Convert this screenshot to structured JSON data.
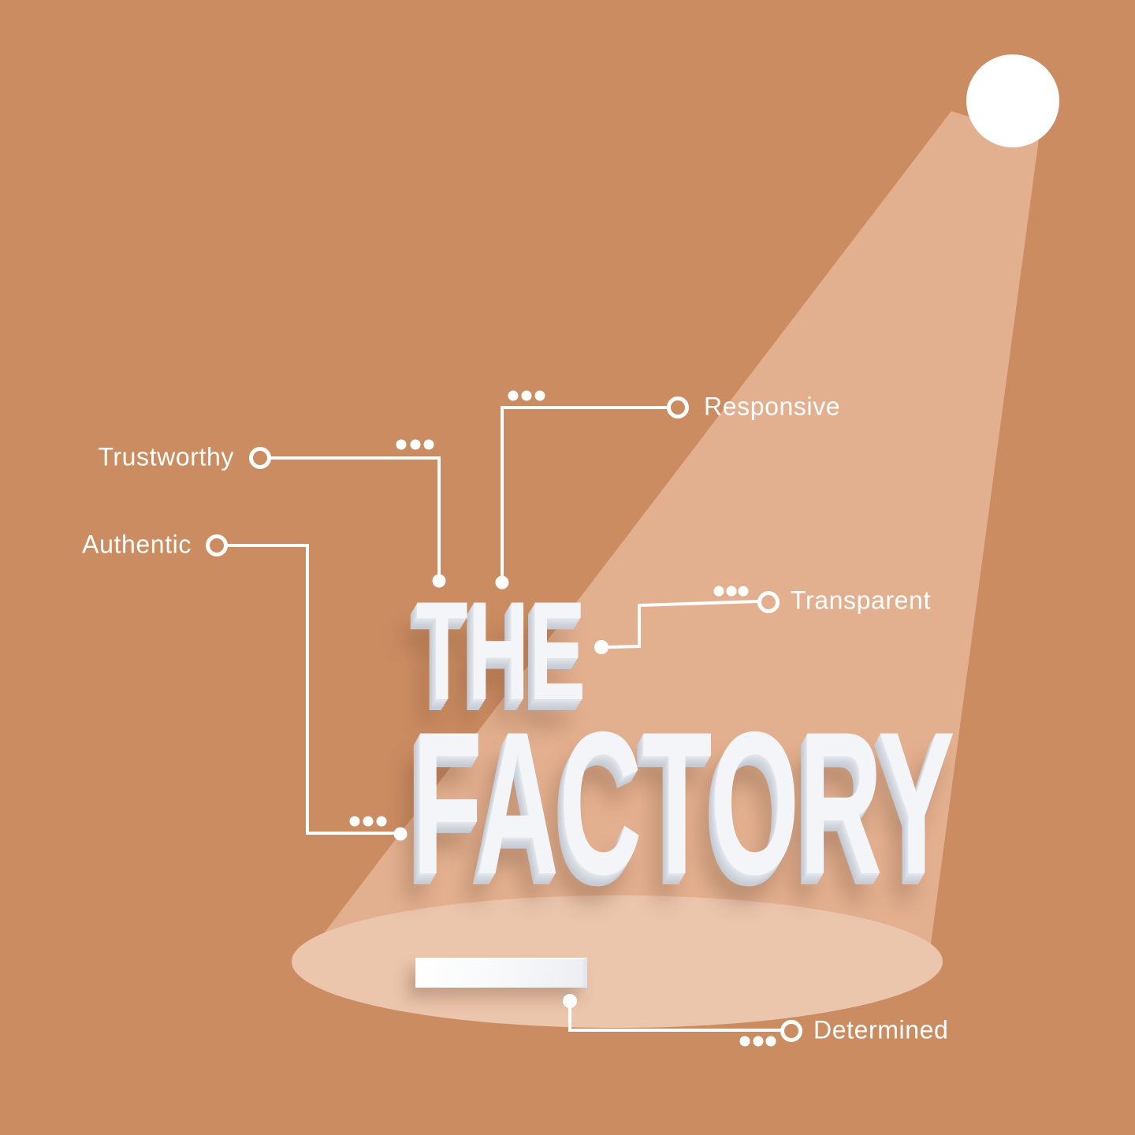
{
  "logo": {
    "line1": "THE",
    "line2": "FACTORY"
  },
  "callouts": [
    {
      "label": "Responsive"
    },
    {
      "label": "Trustworthy"
    },
    {
      "label": "Authentic"
    },
    {
      "label": "Transparent"
    },
    {
      "label": "Determined"
    }
  ],
  "colors": {
    "background": "#cc8c62",
    "beam": "#e3b08f",
    "floor_pool": "#ecc5ad",
    "spotlight": "#ffffff",
    "connector": "#ffffff",
    "label_text": "#ffffff",
    "logo_face": "#f4f5f8",
    "logo_side": "#c9cdd6"
  }
}
